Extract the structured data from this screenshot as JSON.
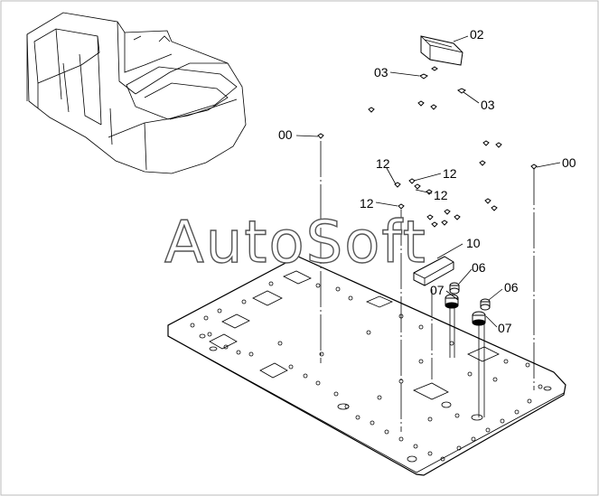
{
  "watermark": "AutoSoft",
  "callouts": [
    {
      "id": "c02a",
      "text": "02"
    },
    {
      "id": "c03a",
      "text": "03"
    },
    {
      "id": "c03b",
      "text": "03"
    },
    {
      "id": "c00a",
      "text": "00"
    },
    {
      "id": "c00b",
      "text": "00"
    },
    {
      "id": "c12a",
      "text": "12"
    },
    {
      "id": "c12b",
      "text": "12"
    },
    {
      "id": "c12c",
      "text": "12"
    },
    {
      "id": "c12d",
      "text": "12"
    },
    {
      "id": "c10",
      "text": "10"
    },
    {
      "id": "c06a",
      "text": "06"
    },
    {
      "id": "c07a",
      "text": "07"
    },
    {
      "id": "c06b",
      "text": "06"
    },
    {
      "id": "c07b",
      "text": "07"
    }
  ]
}
